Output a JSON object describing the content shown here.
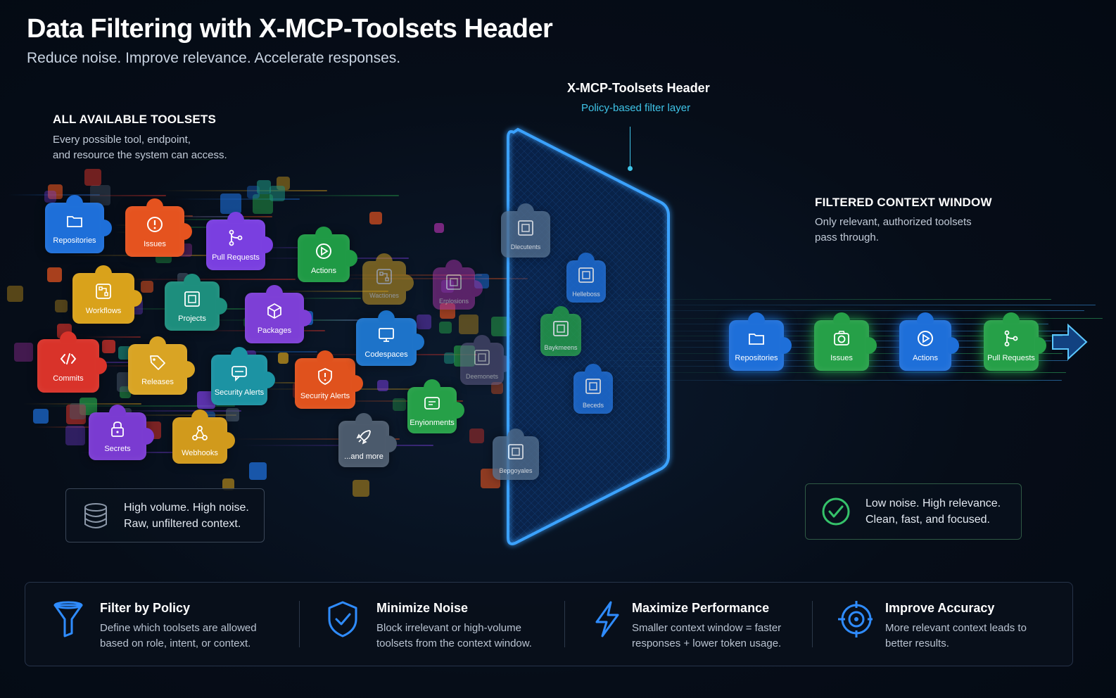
{
  "header": {
    "title": "Data Filtering with X-MCP-Toolsets Header",
    "subtitle": "Reduce noise. Improve relevance. Accelerate responses."
  },
  "left_section": {
    "heading": "ALL AVAILABLE TOOLSETS",
    "desc_line1": "Every possible tool, endpoint,",
    "desc_line2": "and resource the system can access."
  },
  "filter_layer": {
    "title": "X-MCP-Toolsets Header",
    "subtitle": "Policy-based filter layer"
  },
  "right_section": {
    "heading": "FILTERED CONTEXT WINDOW",
    "desc_line1": "Only relevant, authorized toolsets",
    "desc_line2": "pass through."
  },
  "toolsets": [
    {
      "label": "Repositories",
      "color": "#1e6fd9",
      "icon": "folder-icon"
    },
    {
      "label": "Issues",
      "color": "#e5531f",
      "icon": "alert-circle-icon"
    },
    {
      "label": "Pull Requests",
      "color": "#7a3fe0",
      "icon": "git-merge-icon"
    },
    {
      "label": "Actions",
      "color": "#1f9a45",
      "icon": "play-icon"
    },
    {
      "label": "Workflows",
      "color": "#d9a21b",
      "icon": "workflow-icon"
    },
    {
      "label": "Projects",
      "color": "#1d8e7d",
      "icon": "project-icon"
    },
    {
      "label": "Packages",
      "color": "#7d3fd6",
      "icon": "package-icon"
    },
    {
      "label": "Commits",
      "color": "#d9332a",
      "icon": "code-icon"
    },
    {
      "label": "Releases",
      "color": "#d9a424",
      "icon": "tag-icon"
    },
    {
      "label": "Security Alerts",
      "color": "#1c93a3",
      "icon": "message-icon"
    },
    {
      "label": "Security Alerts",
      "color": "#e0521d",
      "icon": "shield-alert-icon"
    },
    {
      "label": "Codespaces",
      "color": "#1d73c9",
      "icon": "monitor-icon"
    },
    {
      "label": "Secrets",
      "color": "#7a3bd1",
      "icon": "lock-icon"
    },
    {
      "label": "Webhooks",
      "color": "#d19a1c",
      "icon": "webhook-icon"
    },
    {
      "label": "Enyionments",
      "color": "#26a048",
      "icon": "environment-icon"
    },
    {
      "label": "...and more",
      "color": "#4b5a6c",
      "icon": "rocket-icon"
    },
    {
      "label": "Wactiones",
      "color": "#c89a22",
      "icon": "workflow-icon"
    },
    {
      "label": "Erplosions",
      "color": "#9c2f9e",
      "icon": "project-icon"
    },
    {
      "label": "Deemonets",
      "color": "#5f5a85",
      "icon": "project-icon"
    }
  ],
  "passing_pieces": [
    {
      "label": "Dlecutents",
      "color": "#4f6b8a"
    },
    {
      "label": "Helleboss",
      "color": "#1e6fd9"
    },
    {
      "label": "Baykmeens",
      "color": "#26a048"
    },
    {
      "label": "Beceds",
      "color": "#1e6fd9"
    },
    {
      "label": "Bepgoyales",
      "color": "#4f6b8a"
    }
  ],
  "filtered": [
    {
      "label": "Repositories",
      "color": "#1e6fd9",
      "icon": "folder-icon"
    },
    {
      "label": "Issues",
      "color": "#26a048",
      "icon": "camera-icon"
    },
    {
      "label": "Actions",
      "color": "#1e6fd9",
      "icon": "play-icon"
    },
    {
      "label": "Pull Requests",
      "color": "#26a048",
      "icon": "git-merge-icon"
    }
  ],
  "left_callout": {
    "line1": "High volume. High noise.",
    "line2": "Raw, unfiltered context.",
    "icon": "database-icon"
  },
  "right_callout": {
    "line1": "Low noise. High relevance.",
    "line2": "Clean, fast, and focused.",
    "icon": "check-circle-icon"
  },
  "features": [
    {
      "title": "Filter by Policy",
      "line1": "Define which toolsets are allowed",
      "line2": "based on role, intent, or context.",
      "icon": "funnel-icon"
    },
    {
      "title": "Minimize Noise",
      "line1": "Block irrelevant or high-volume",
      "line2": "toolsets from the context window.",
      "icon": "shield-check-icon"
    },
    {
      "title": "Maximize Performance",
      "line1": "Smaller context window = faster",
      "line2": "responses + lower token usage.",
      "icon": "lightning-icon"
    },
    {
      "title": "Improve Accuracy",
      "line1": "More relevant context leads to",
      "line2": "better results.",
      "icon": "target-icon"
    }
  ],
  "colors": {
    "accent_cyan": "#3fc4e8",
    "filter_blue": "#2f8cff",
    "success_green": "#35c26a",
    "background": "#060d18"
  }
}
